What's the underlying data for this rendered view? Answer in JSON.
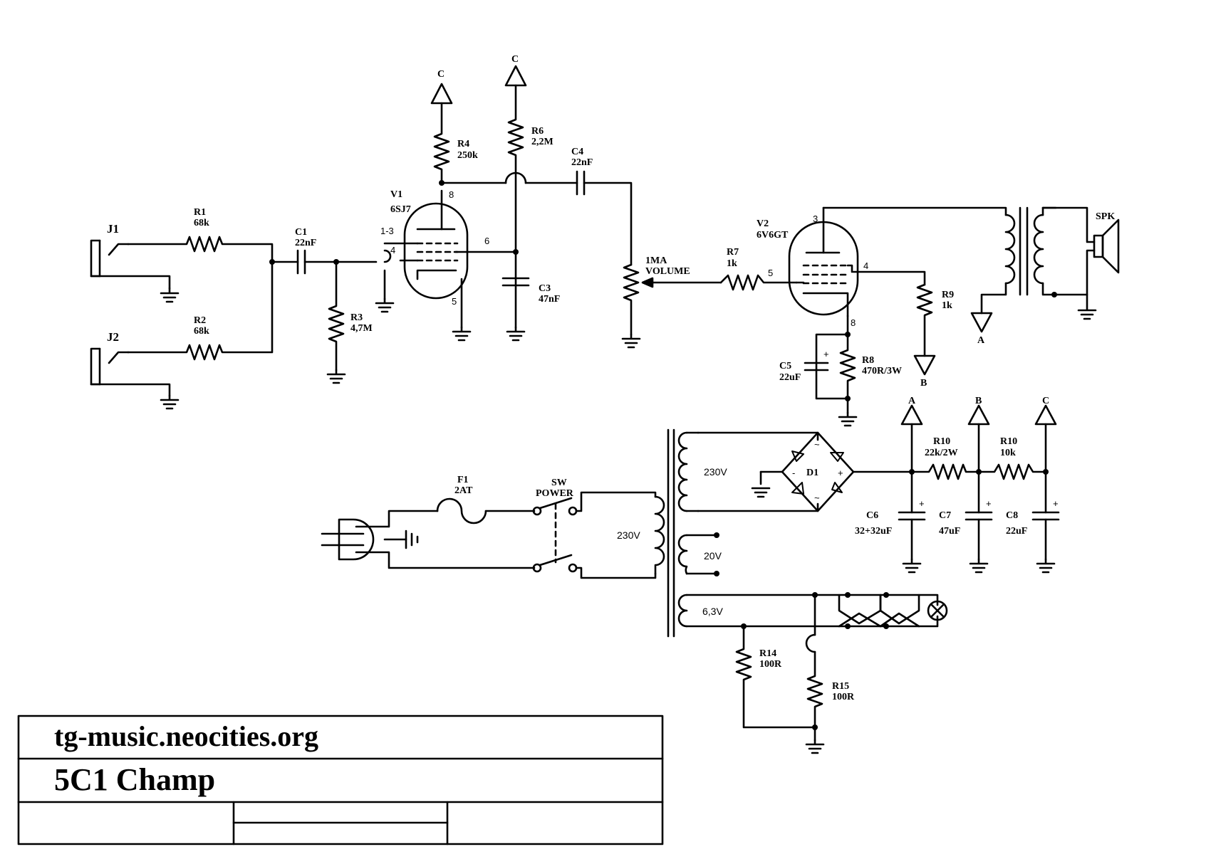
{
  "title_block": {
    "website": "tg-music.neocities.org",
    "project": "5C1 Champ",
    "empty_cells": [
      "",
      "",
      "",
      ""
    ]
  },
  "jacks": {
    "j1": "J1",
    "j2": "J2"
  },
  "resistors": {
    "r1": {
      "ref": "R1",
      "value": "68k"
    },
    "r2": {
      "ref": "R2",
      "value": "68k"
    },
    "r3": {
      "ref": "R3",
      "value": "4,7M"
    },
    "r4": {
      "ref": "R4",
      "value": "250k"
    },
    "r6": {
      "ref": "R6",
      "value": "2,2M"
    },
    "r7": {
      "ref": "R7",
      "value": "1k"
    },
    "r8": {
      "ref": "R8",
      "value": "470R/3W"
    },
    "r9": {
      "ref": "R9",
      "value": "1k"
    },
    "r10a": {
      "ref": "R10",
      "value": "22k/2W"
    },
    "r10b": {
      "ref": "R10",
      "value": "10k"
    },
    "r14": {
      "ref": "R14",
      "value": "100R"
    },
    "r15": {
      "ref": "R15",
      "value": "100R"
    }
  },
  "capacitors": {
    "c1": {
      "ref": "C1",
      "value": "22nF"
    },
    "c3": {
      "ref": "C3",
      "value": "47nF"
    },
    "c4": {
      "ref": "C4",
      "value": "22nF"
    },
    "c5": {
      "ref": "C5",
      "value": "22uF"
    },
    "c6": {
      "ref": "C6",
      "value": "32+32uF"
    },
    "c7": {
      "ref": "C7",
      "value": "47uF"
    },
    "c8": {
      "ref": "C8",
      "value": "22uF"
    }
  },
  "tubes": {
    "v1": {
      "ref": "V1",
      "type": "6SJ7",
      "pins": [
        "8",
        "1-3",
        "4",
        "6",
        "5"
      ]
    },
    "v2": {
      "ref": "V2",
      "type": "6V6GT",
      "pins": [
        "3",
        "5",
        "4",
        "8"
      ]
    }
  },
  "pot": {
    "value": "1MA",
    "name": "VOLUME"
  },
  "speaker": "SPK",
  "rails": {
    "a": "A",
    "b": "B",
    "c": "C"
  },
  "rectifier": {
    "ref": "D1",
    "marks": [
      "~",
      "~",
      "-",
      "+"
    ]
  },
  "fuse": {
    "ref": "F1",
    "value": "2AT"
  },
  "switch": {
    "ref": "SW",
    "name": "POWER"
  },
  "transformer": {
    "primary": "230V",
    "secondary_hv": "230V",
    "aux": "20V",
    "heater": "6,3V"
  },
  "polarity": "+"
}
